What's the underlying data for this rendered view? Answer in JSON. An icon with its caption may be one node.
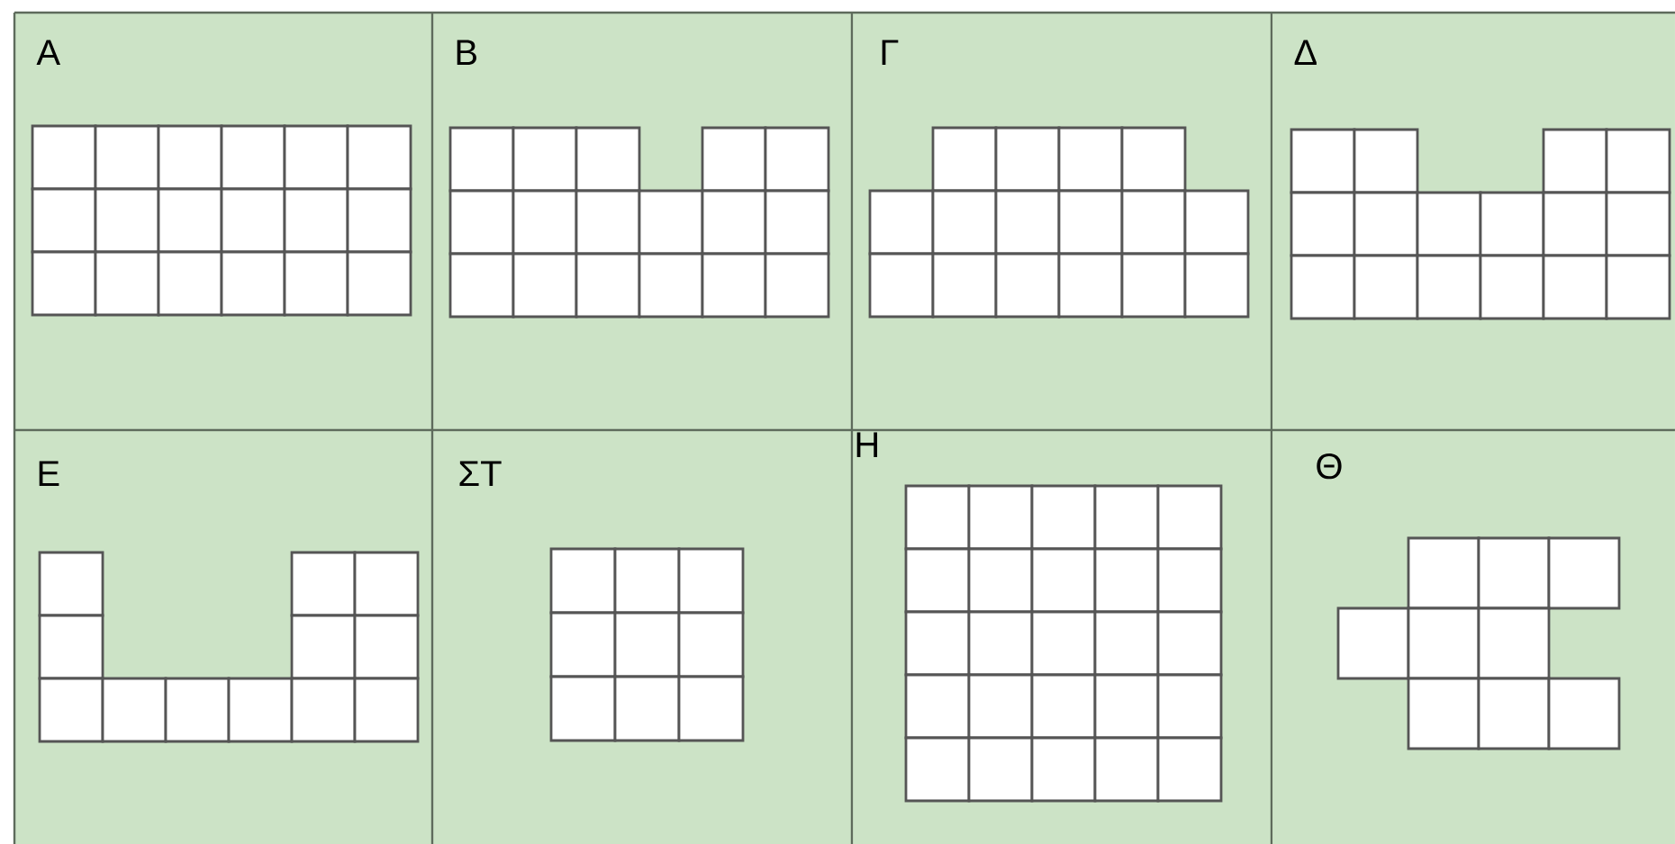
{
  "diagram": {
    "labels": [
      "Α",
      "Β",
      "Γ",
      "Δ",
      "Ε",
      "ΣΤ",
      "Η",
      "Θ"
    ]
  }
}
